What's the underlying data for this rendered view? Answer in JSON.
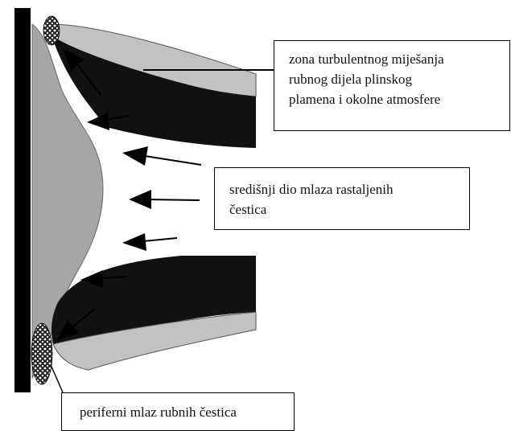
{
  "labels": {
    "turbulent_zone": [
      "zona turbulentnog miješanja",
      "rubnog dijela plinskog",
      "plamena i okolne  atmosfere"
    ],
    "central_jet": [
      "središnji dio mlaza rastaljenih",
      "čestica"
    ],
    "peripheral_jet": [
      "periferni mlaz rubnih čestica"
    ]
  },
  "colors": {
    "substrate": "#000000",
    "deposit": "#a6a6a6",
    "flame_core": "#111111",
    "flame_edge": "#c2c2c2",
    "particles": "#333333"
  }
}
